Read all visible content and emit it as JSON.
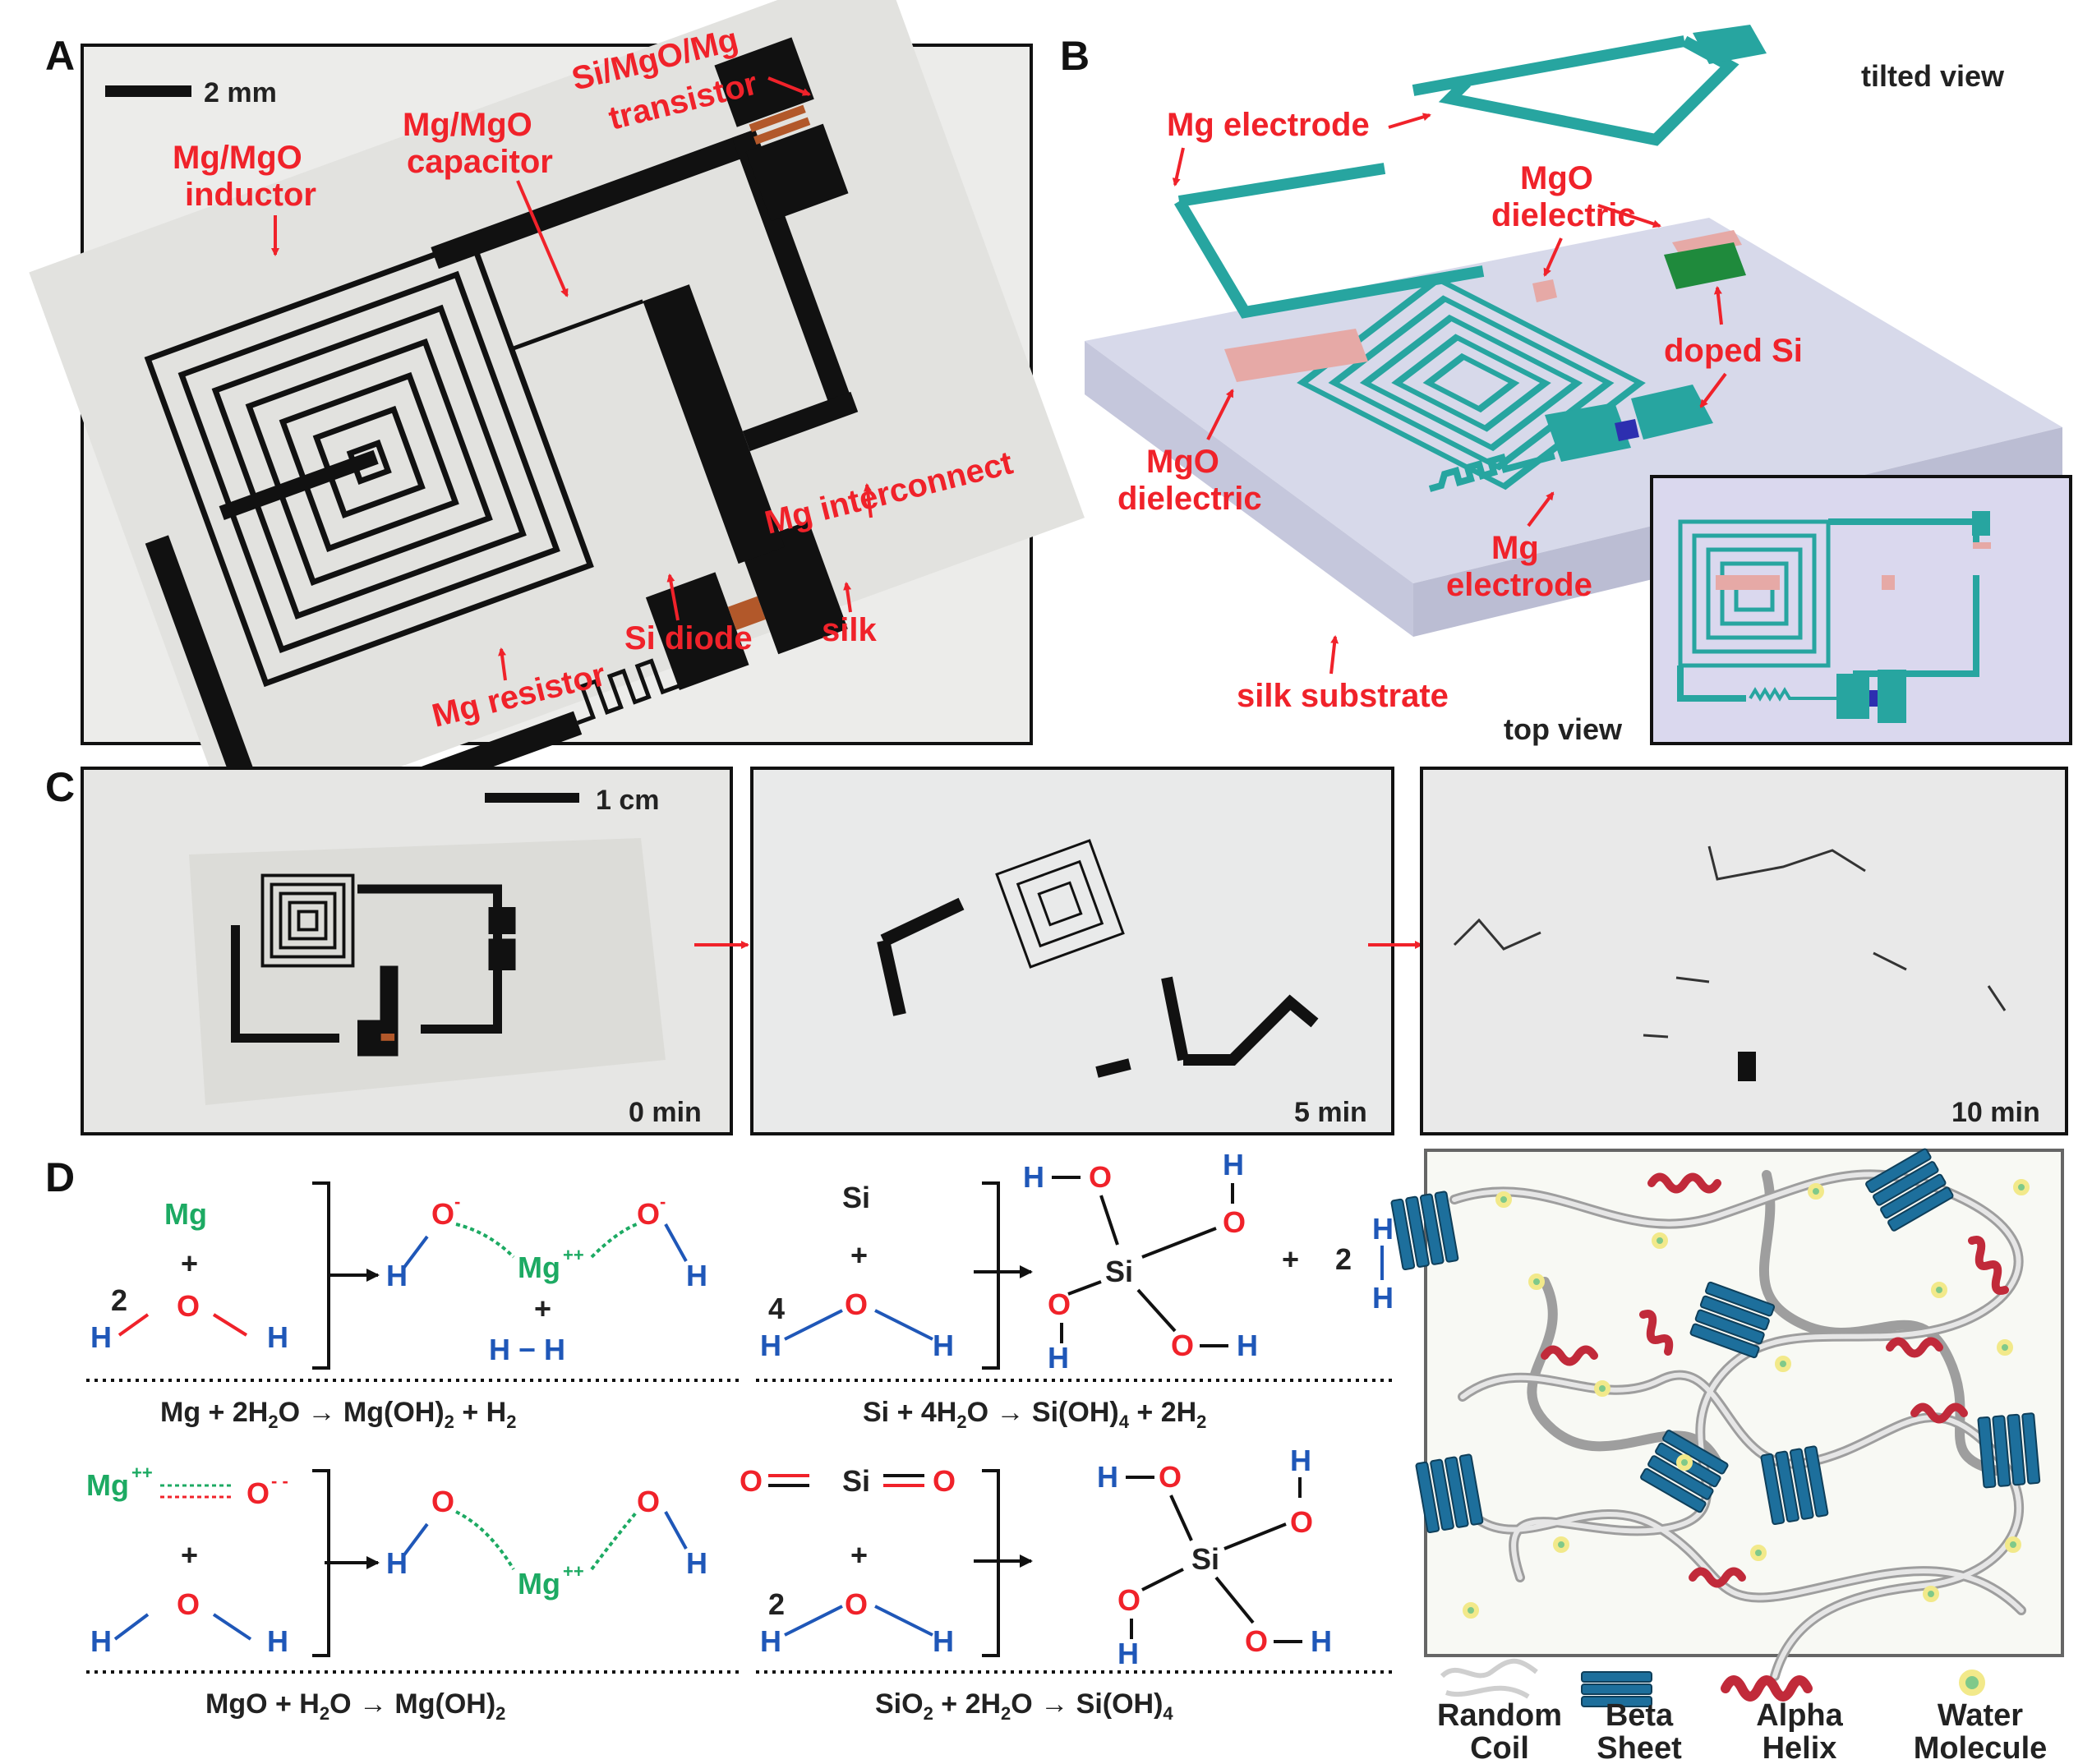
{
  "panels": {
    "a": "A",
    "b": "B",
    "c": "C",
    "d": "D"
  },
  "panel_a": {
    "scale_bar": "2 mm",
    "labels": {
      "inductor_line1": "Mg/MgO",
      "inductor_line2": "inductor",
      "capacitor_line1": "Mg/MgO",
      "capacitor_line2": "capacitor",
      "transistor_line1": "Si/MgO/Mg",
      "transistor_line2": "transistor",
      "interconnect": "Mg interconnect",
      "diode": "Si diode",
      "silk": "silk",
      "resistor": "Mg resistor"
    }
  },
  "panel_b": {
    "tilted_view": "tilted view",
    "top_view": "top view",
    "labels": {
      "mg_electrode_top": "Mg electrode",
      "mgo_dielectric_top_line1": "MgO",
      "mgo_dielectric_top_line2": "dielectric",
      "doped_si": "doped Si",
      "mgo_dielectric_left_line1": "MgO",
      "mgo_dielectric_left_line2": "dielectric",
      "mg_electrode_bottom_line1": "Mg",
      "mg_electrode_bottom_line2": "electrode",
      "silk_substrate": "silk substrate"
    },
    "colors": {
      "electrode": "#27a5a0",
      "substrate": "#d7d9ea",
      "dielectric": "#e6a9a6",
      "doped_si": "#1f8a3c",
      "diode": "#2d2fb0"
    }
  },
  "panel_c": {
    "scale_bar": "1 cm",
    "times": [
      "0 min",
      "5 min",
      "10 min"
    ]
  },
  "panel_d": {
    "eq1": {
      "mg": "Mg",
      "plus": "+",
      "coef": "2",
      "h": "H",
      "o": "O",
      "minus": "-",
      "pp": "++",
      "hh": "H − H",
      "text": "Mg + 2H",
      "text_sub": "2",
      "text2": "O → Mg(OH)",
      "text2_sub": "2",
      "text3": " + H",
      "text3_sub": "2"
    },
    "eq2": {
      "si": "Si",
      "plus": "+",
      "coef": "4",
      "coef2": "2",
      "h": "H",
      "o": "O",
      "text": "Si + 4H",
      "text_sub": "2",
      "text2": "O → Si(OH)",
      "text2_sub": "4",
      "text3": " + 2H",
      "text3_sub": "2"
    },
    "eq3": {
      "mg": "Mg",
      "pp": "++",
      "mm": "- -",
      "o": "O",
      "h": "H",
      "plus": "+",
      "text": "MgO + H",
      "text_sub": "2",
      "text2": "O → Mg(OH)",
      "text2_sub": "2"
    },
    "eq4": {
      "o": "O",
      "si": "Si",
      "plus": "+",
      "coef": "2",
      "h": "H",
      "text": "SiO",
      "text_sub": "2",
      "text2": " + 2H",
      "text2_sub": "2",
      "text3": "O → Si(OH)",
      "text3_sub": "4"
    },
    "legend": [
      {
        "line1": "Random",
        "line2": "Coil"
      },
      {
        "line1": "Beta",
        "line2": "Sheet"
      },
      {
        "line1": "Alpha",
        "line2": "Helix"
      },
      {
        "line1": "Water",
        "line2": "Molecule"
      }
    ],
    "colors": {
      "oxygen": "#f0222a",
      "hydrogen": "#1f57b8",
      "magnesium": "#1daa63",
      "beta_sheet": "#1d6f9c",
      "alpha_helix": "#c12a3a",
      "coil": "#b8b8b8"
    }
  }
}
